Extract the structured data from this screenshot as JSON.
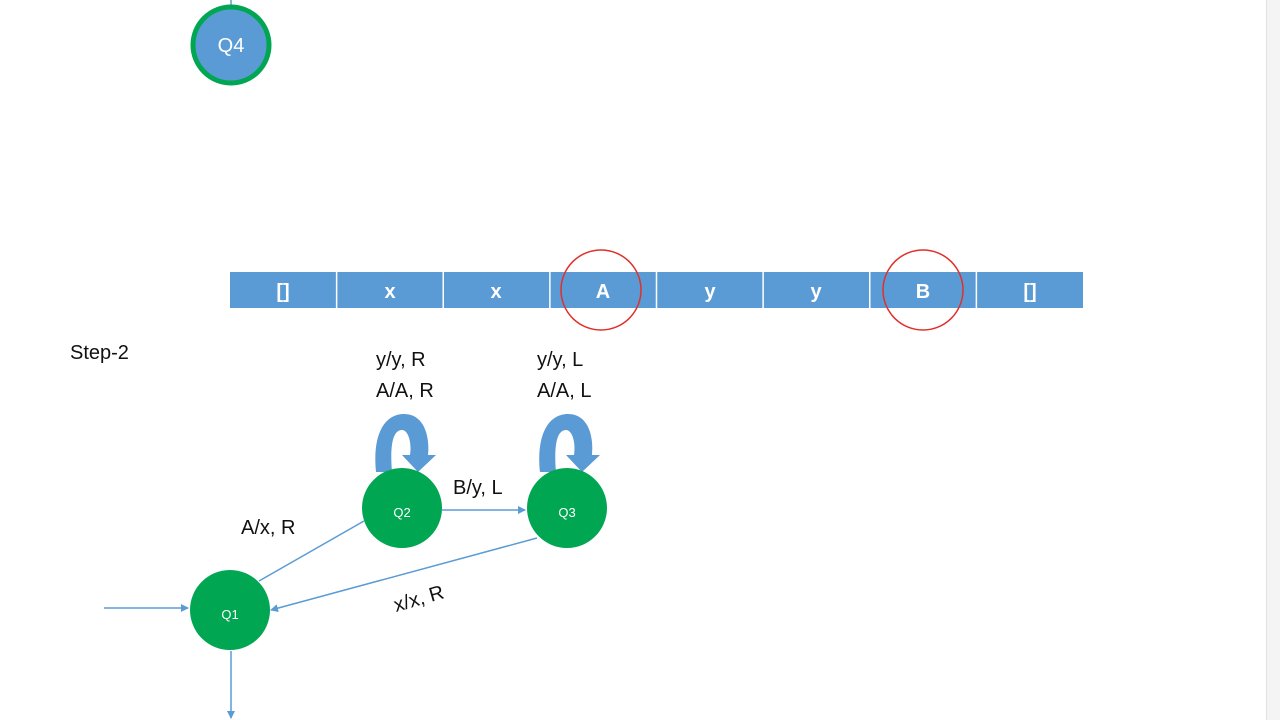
{
  "step_label": "Step-2",
  "tape": {
    "cells": [
      "[]",
      "x",
      "x",
      "A",
      "y",
      "y",
      "B",
      "[]"
    ],
    "highlighted_cells": [
      3,
      6
    ],
    "cell_color": "#5b9bd5",
    "highlight_color": "#e0302a"
  },
  "states": {
    "q4": "Q4",
    "q1": "Q1",
    "q2": "Q2",
    "q3": "Q3"
  },
  "transitions": {
    "q2_loop": [
      "y/y, R",
      "A/A, R"
    ],
    "q3_loop": [
      "y/y, L",
      "A/A, L"
    ],
    "q2_to_q3": "B/y, L",
    "q1_to_q2": "A/x, R",
    "q3_to_q1": "x/x, R"
  },
  "colors": {
    "state_fill": "#00a651",
    "final_state_fill": "#5b9bd5",
    "final_state_ring": "#00a651",
    "edge": "#5b9bd5",
    "loop_arrow": "#5b9bd5"
  }
}
